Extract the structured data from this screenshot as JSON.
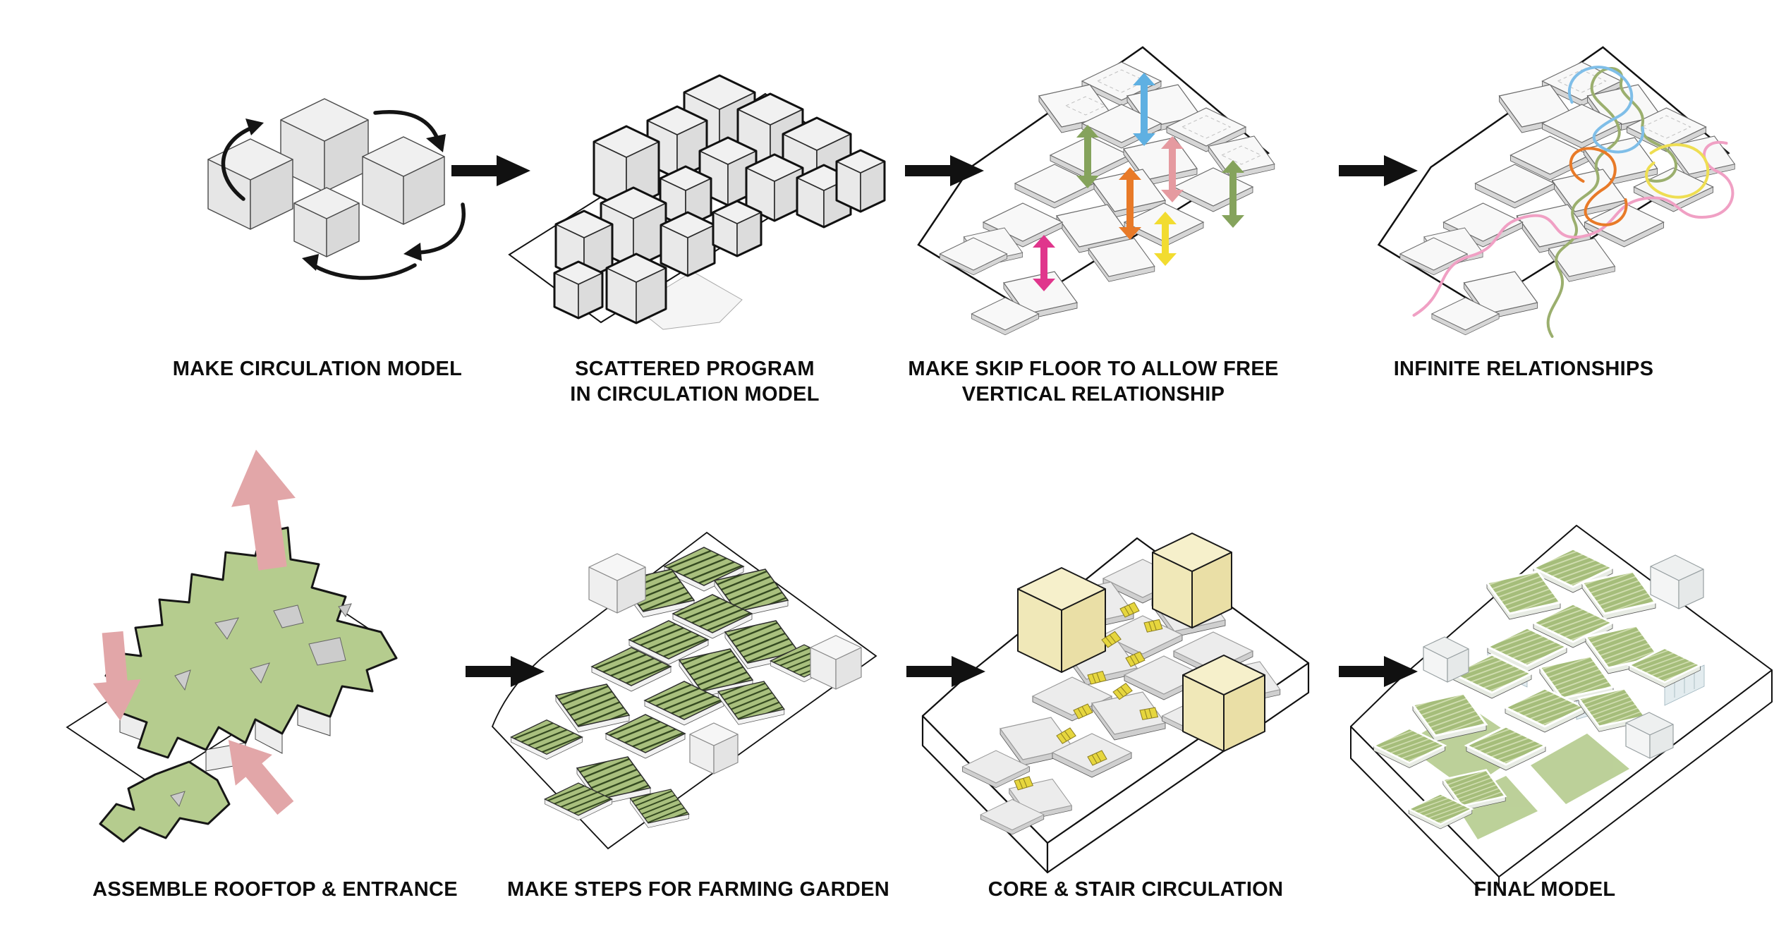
{
  "diagram_title": "Architectural concept process diagram",
  "steps": [
    {
      "id": "make-circulation-model",
      "label": "MAKE CIRCULATION MODEL"
    },
    {
      "id": "scattered-program",
      "label": "SCATTERED PROGRAM\nIN CIRCULATION MODEL"
    },
    {
      "id": "skip-floor",
      "label": "MAKE SKIP FLOOR TO ALLOW FREE\nVERTICAL RELATIONSHIP"
    },
    {
      "id": "infinite-relationships",
      "label": "INFINITE RELATIONSHIPS"
    },
    {
      "id": "assemble-rooftop",
      "label": "ASSEMBLE ROOFTOP & ENTRANCE"
    },
    {
      "id": "steps-farming-garden",
      "label": "MAKE STEPS FOR FARMING GARDEN"
    },
    {
      "id": "core-stair-circulation",
      "label": "CORE &  STAIR CIRCULATION"
    },
    {
      "id": "final-model",
      "label": "FINAL MODEL"
    }
  ],
  "palette": {
    "background": "#ffffff",
    "line_black": "#111111",
    "cube_fill": "#ebebeb",
    "plate_fill": "#f8f8f8",
    "plate_side": "#d6d6d6",
    "roof_green": "#b5cc8e",
    "hatch_green": "#a9c07e",
    "stripe_green": "#a5bd7a",
    "rose_arrow": "#e2a6a8",
    "core_cream": "#f6f0cb",
    "stair_yellow": "#e6d63e",
    "arrow_blue": "#5fb0e2",
    "arrow_green": "#85a35c",
    "arrow_orange": "#e87a28",
    "arrow_salmon": "#e59aa0",
    "arrow_yellow": "#f2dc30",
    "arrow_magenta": "#e0368c",
    "squiggle_pink": "#f0a0c4",
    "squiggle_green": "#9baf6e",
    "squiggle_blue": "#7fbee8",
    "squiggle_yellow": "#eede52",
    "squiggle_orange": "#e87a28"
  }
}
